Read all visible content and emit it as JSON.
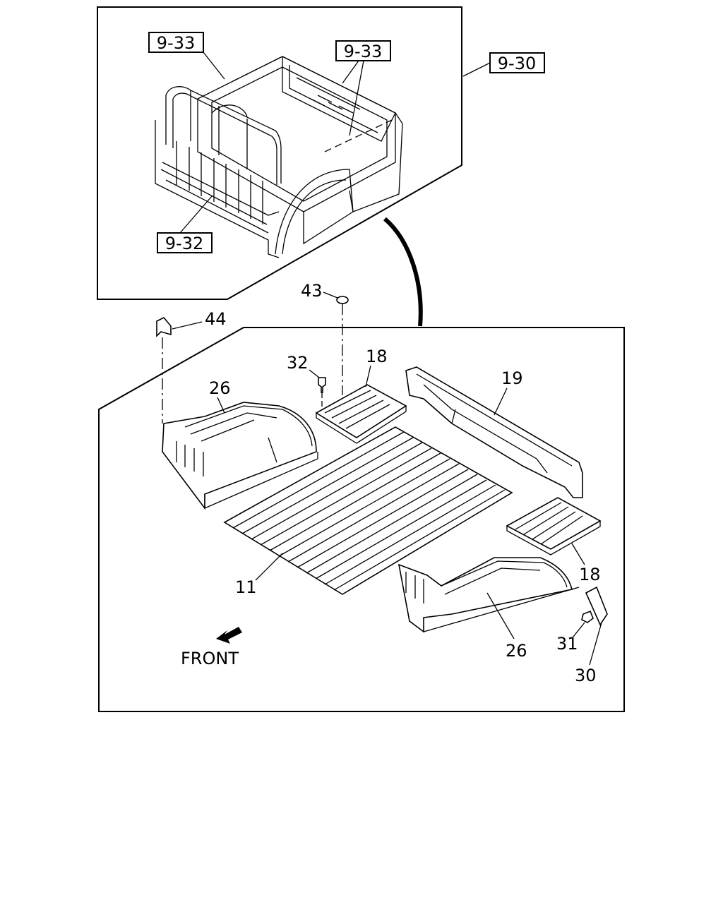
{
  "callouts": {
    "ref_9_33_a": "9-33",
    "ref_9_33_b": "9-33",
    "ref_9_30": "9-30",
    "ref_9_32": "9-32",
    "p43": "43",
    "p44": "44",
    "p32": "32",
    "p18_top": "18",
    "p26_left": "26",
    "p19": "19",
    "p11": "11",
    "p18_right": "18",
    "p26_right": "26",
    "p31": "31",
    "p30": "30"
  },
  "front_label": "FRONT"
}
